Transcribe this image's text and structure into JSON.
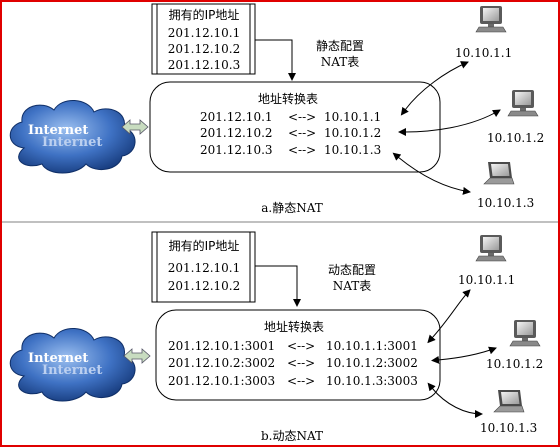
{
  "static": {
    "owned_title": "拥有的IP地址",
    "owned_ips": [
      "201.12.10.1",
      "201.12.10.2",
      "201.12.10.3"
    ],
    "config_label_1": "静态配置",
    "config_label_2": "NAT表",
    "table_title": "地址转换表",
    "rows": [
      {
        "public": "201.12.10.1",
        "arrow": "<-->",
        "private": "10.10.1.1"
      },
      {
        "public": "201.12.10.2",
        "arrow": "<-->",
        "private": "10.10.1.2"
      },
      {
        "public": "201.12.10.3",
        "arrow": "<-->",
        "private": "10.10.1.3"
      }
    ],
    "hosts": [
      "10.10.1.1",
      "10.10.1.2",
      "10.10.1.3"
    ],
    "caption": "a.静态NAT"
  },
  "dynamic": {
    "owned_title": "拥有的IP地址",
    "owned_ips": [
      "201.12.10.1",
      "201.12.10.2"
    ],
    "config_label_1": "动态配置",
    "config_label_2": "NAT表",
    "table_title": "地址转换表",
    "rows": [
      {
        "public": "201.12.10.1:3001",
        "arrow": "<-->",
        "private": "10.10.1.1:3001"
      },
      {
        "public": "201.12.10.2:3002",
        "arrow": "<-->",
        "private": "10.10.1.2:3002"
      },
      {
        "public": "201.12.10.1:3003",
        "arrow": "<-->",
        "private": "10.10.1.3:3003"
      }
    ],
    "hosts": [
      "10.10.1.1",
      "10.10.1.2",
      "10.10.1.3"
    ],
    "caption": "b.动态NAT"
  },
  "cloud_label_front": "Internet",
  "cloud_label_back": "Internet",
  "colors": {
    "frame": "#e00000",
    "cloud_dark": "#1f4f9e",
    "cloud_light": "#6f9fe0",
    "arrow_fill": "#c8dcc0"
  }
}
